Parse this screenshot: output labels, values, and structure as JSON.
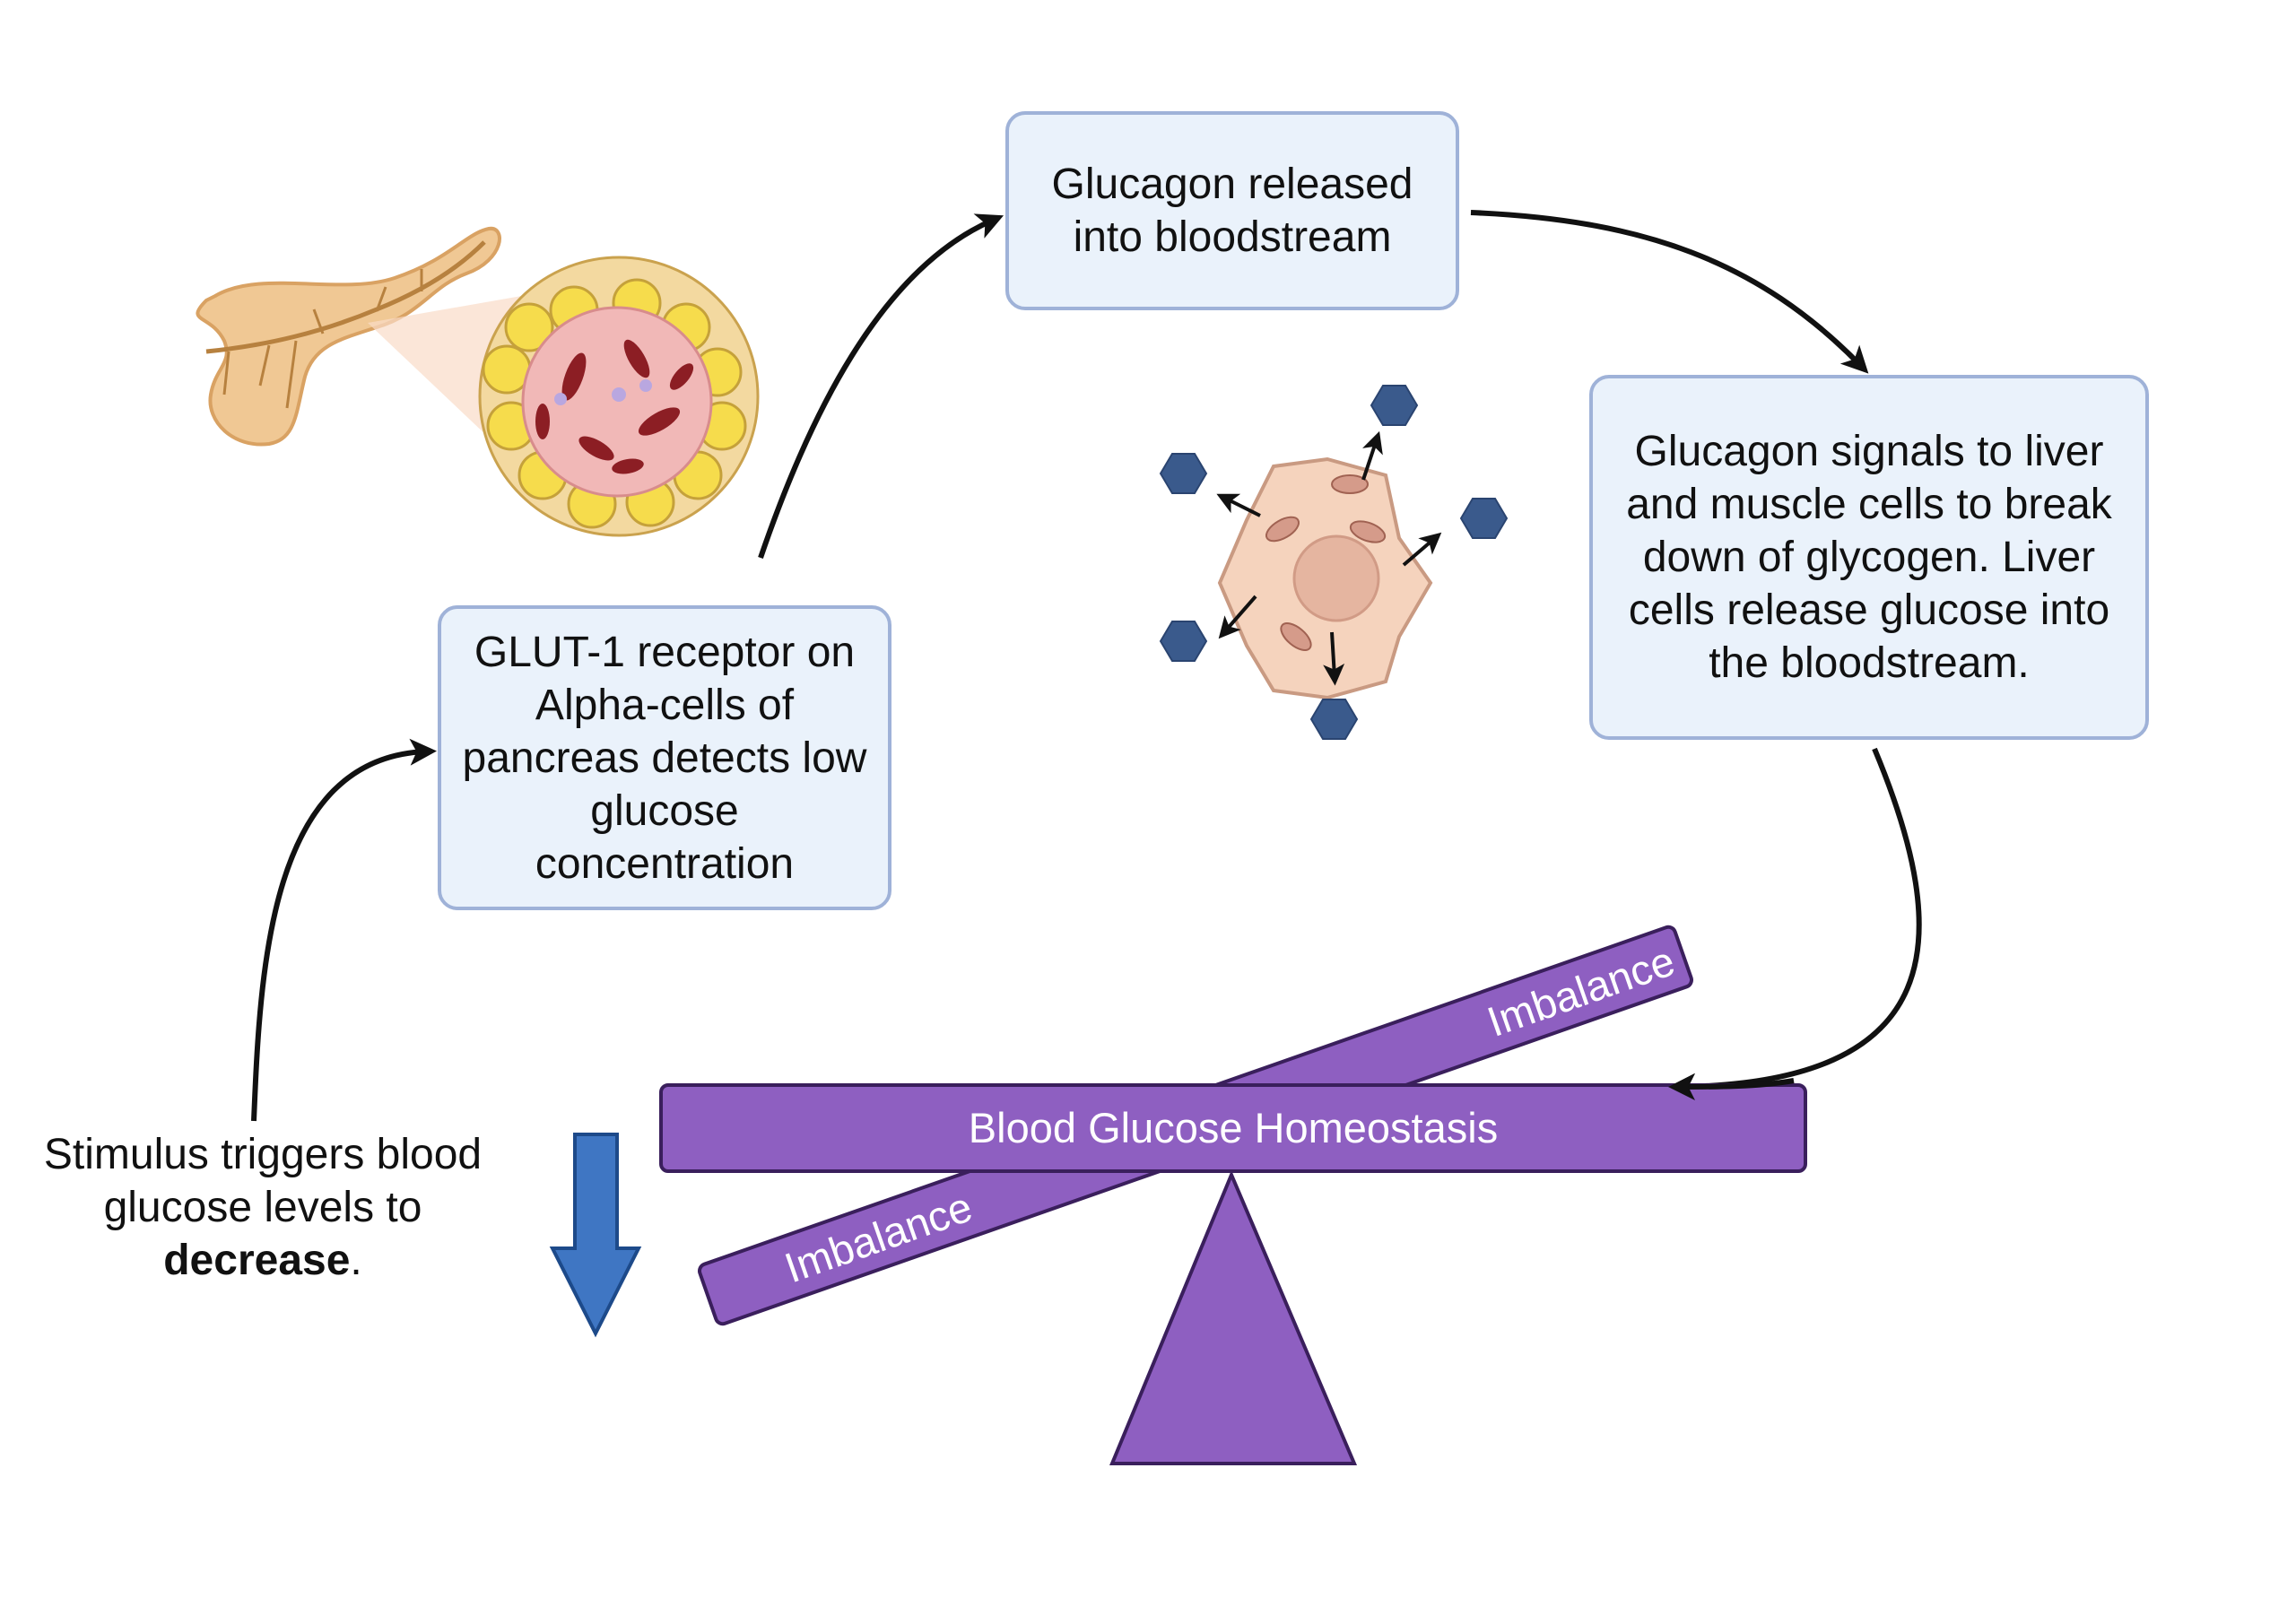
{
  "boxes": {
    "glucagon_release": "Glucagon released into bloodstream",
    "liver_signal": "Glucagon signals to liver and muscle cells to break down of glycogen. Liver cells release glucose into the bloodstream.",
    "glut1": "GLUT-1 receptor on Alpha-cells of pancreas detects low glucose concentration"
  },
  "stimulus": {
    "prefix": "Stimulus triggers blood glucose levels to ",
    "emphasis": "decrease",
    "suffix": "."
  },
  "seesaw": {
    "main_label": "Blood Glucose Homeostasis",
    "imbalance_upper": "Imbalance",
    "imbalance_lower": "Imbalance"
  },
  "colors": {
    "box_fill": "#eaf2fb",
    "box_border": "#9fb2d8",
    "beam": "#8e5fc1",
    "beam_border": "#3a1f5c",
    "down_arrow": "#3f76c3",
    "glucose_hexagon": "#3a5a8c",
    "cell": "#f5d3bd"
  },
  "icons": [
    "pancreas-icon",
    "islet-cells-icon",
    "liver-cell-icon",
    "glucose-molecule-icon",
    "down-arrow-icon"
  ]
}
